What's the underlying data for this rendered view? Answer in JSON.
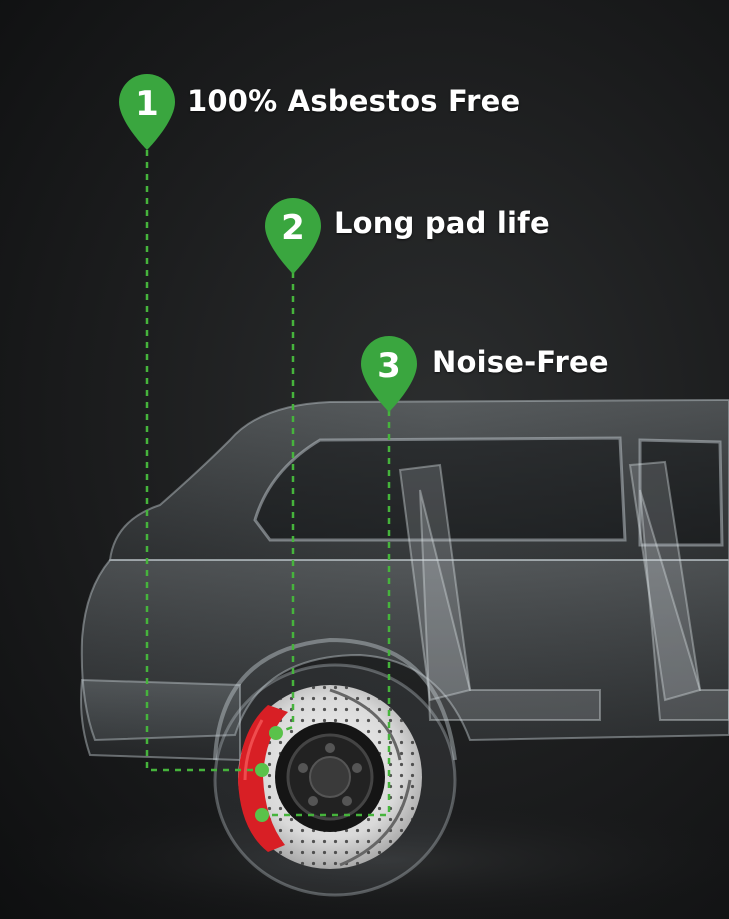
{
  "features": [
    {
      "number": "1",
      "text": "100% Asbestos Free"
    },
    {
      "number": "2",
      "text": "Long pad life"
    },
    {
      "number": "3",
      "text": "Noise-Free"
    }
  ],
  "colors": {
    "marker_green": "#3aa63f",
    "dash_green": "#46b43c",
    "caliper_red": "#d81f25",
    "background": "#1c1d1e"
  },
  "icons": [
    "map-pin-icon"
  ]
}
